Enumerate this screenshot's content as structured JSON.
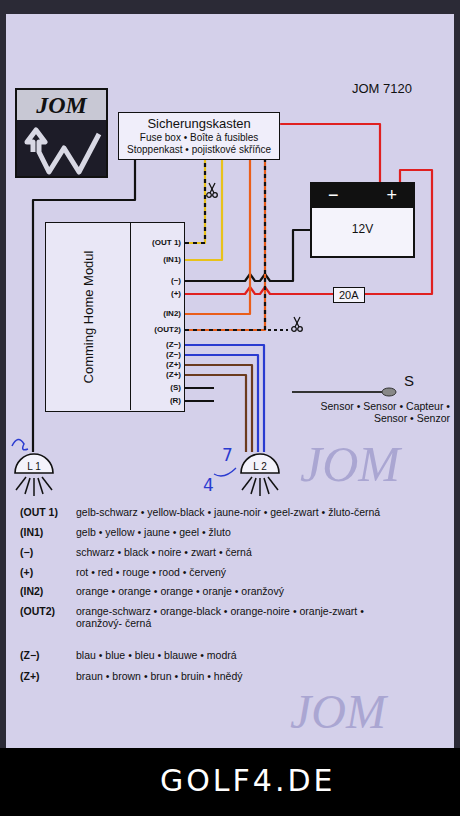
{
  "diagram": {
    "nodes": [
      {
        "text": [
          "JOM"
        ]
      },
      {
        "text": [
          "Sicherungskasten",
          "Fuse box • Boîte à fusibles",
          "Stoppenkast • pojistkové skříňce"
        ]
      },
      {
        "text": [
          "−",
          "+",
          "12V"
        ]
      },
      {
        "text": [
          "20A"
        ]
      },
      {
        "text": [
          "Comming Home Modul"
        ]
      },
      {
        "text": [
          "L 1"
        ]
      },
      {
        "text": [
          "L 2"
        ]
      }
    ],
    "edges": [
      {
        "from": 1,
        "to": 2,
        "arrow": "none"
      },
      {
        "from": 2,
        "to": 3,
        "arrow": "none"
      },
      {
        "from": 3,
        "to": 4,
        "arrow": "none"
      },
      {
        "from": 2,
        "to": 4,
        "arrow": "none"
      },
      {
        "from": 4,
        "to": 1,
        "arrow": "none"
      },
      {
        "from": 4,
        "to": 1,
        "arrow": "none"
      },
      {
        "from": 4,
        "to": 1,
        "arrow": "none"
      },
      {
        "from": 4,
        "to": 1,
        "arrow": "none"
      },
      {
        "from": 1,
        "to": 5,
        "arrow": "none"
      },
      {
        "from": 4,
        "to": 6,
        "arrow": "none"
      },
      {
        "from": 4,
        "to": 6,
        "arrow": "none"
      },
      {
        "from": 4,
        "to": 6,
        "arrow": "none"
      },
      {
        "from": 4,
        "to": 6,
        "arrow": "none"
      }
    ],
    "labels": [
      "JOM 7120",
      "(OUT 1)",
      "(IN1)",
      "(−)",
      "(+)",
      "(IN2)",
      "(OUT2)",
      "(Z−)",
      "(Z−)",
      "(Z+)",
      "(Z+)",
      "(S)",
      "(R)",
      "S",
      "Sensor • Sensor • Capteur • Sensor • Senzor",
      "(OUT 1)",
      "gelb-schwarz • yellow-black • jaune-noir • geel-zwart • žluto-černá",
      "(IN1)",
      "gelb • yellow • jaune • geel • žluto",
      "(−)",
      "schwarz • black • noire • zwart • černá",
      "(+)",
      "rot • red • rouge • rood • červený",
      "(IN2)",
      "orange • orange • orange • oranje • oranžový",
      "(OUT2)",
      "orange-schwarz • orange-black • orange-noire • oranje-zwart • oranžový- černá",
      "(Z−)",
      "blau • blue • bleu • blauwe • modrá",
      "(Z+)",
      "braun • brown • brun • bruin • hnědý",
      "7",
      "4",
      "JOM",
      "JOM",
      "GOLF4.DE"
    ]
  }
}
